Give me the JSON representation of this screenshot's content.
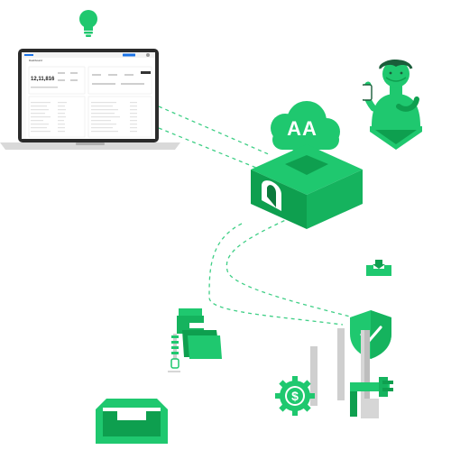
{
  "badge": {
    "text": "AA"
  },
  "dashboard": {
    "page_title": "Dashboard",
    "big_value": "12,11,816"
  },
  "colors": {
    "primary_green": "#1fc86f",
    "dark_green": "#0e9f4f",
    "mid_green": "#15b35e",
    "laptop_body": "#2b2b2b",
    "gray": "#c9c9c9",
    "dashed_line": "#3fcf86"
  },
  "icons": [
    "lightbulb-icon",
    "laptop-icon",
    "cloud-icon",
    "isometric-block-icon",
    "person-phone-icon",
    "download-tray-icon",
    "shield-check-icon",
    "dollar-gear-icon",
    "folder-zipper-icon",
    "inbox-tray-icon",
    "road-barrier-icon"
  ]
}
